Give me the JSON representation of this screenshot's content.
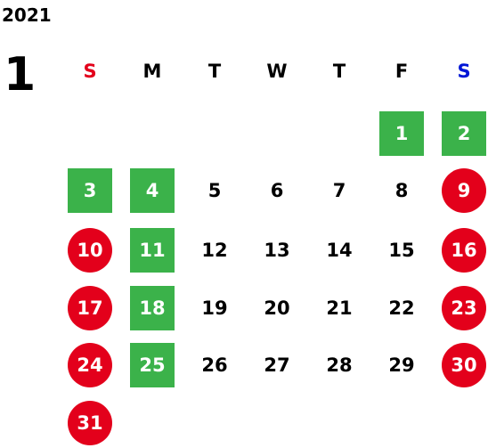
{
  "calendar": {
    "year": "2021",
    "month": "1",
    "weekdays": [
      {
        "label": "S",
        "color": "#e3001b"
      },
      {
        "label": "M",
        "color": "#000000"
      },
      {
        "label": "T",
        "color": "#000000"
      },
      {
        "label": "W",
        "color": "#000000"
      },
      {
        "label": "T",
        "color": "#000000"
      },
      {
        "label": "F",
        "color": "#000000"
      },
      {
        "label": "S",
        "color": "#0016d6"
      }
    ],
    "first_weekday_index": 5,
    "days_in_month": 31,
    "green_days": [
      1,
      2,
      3,
      4,
      11,
      18,
      25
    ],
    "red_days": [
      9,
      10,
      16,
      17,
      23,
      24,
      30,
      31
    ],
    "colors": {
      "green": "#3bb24a",
      "red": "#e3001b",
      "text": "#000000",
      "highlight_text": "#ffffff"
    }
  }
}
